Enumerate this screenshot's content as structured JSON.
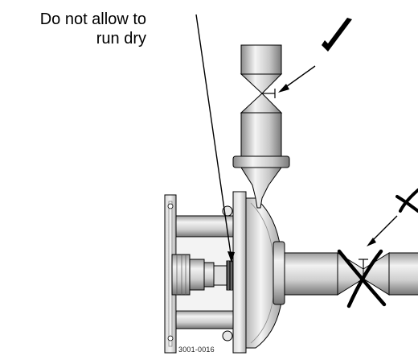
{
  "warning": {
    "line1": "Do not allow to",
    "line2": "run dry"
  },
  "figure_code": "3001-0016",
  "marks": {
    "correct_icon": "check-mark-icon",
    "incorrect_icon": "cross-mark-icon"
  },
  "colors": {
    "ink": "#000000",
    "metal_light": "#f2f2f2",
    "metal_mid": "#c4c4c4",
    "metal_dark": "#7a7a7a"
  }
}
